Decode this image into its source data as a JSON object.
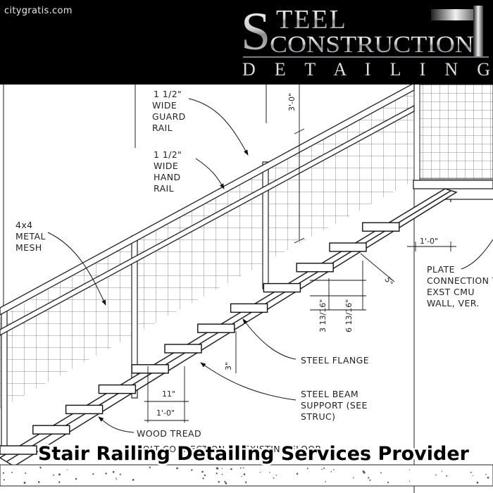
{
  "watermark": "citygratis.com",
  "logo": {
    "line1": "STEEL",
    "line2": "CONSTRUCTION",
    "line3": "D E T A I L I N G"
  },
  "labels": {
    "guard_rail": [
      "1 1/2\"",
      "WIDE",
      "GUARD",
      "RAIL"
    ],
    "hand_rail": [
      "1 1/2\"",
      "WIDE",
      "HAND",
      "RAIL"
    ],
    "mesh": [
      "4x4",
      "METAL",
      "MESH"
    ],
    "plate": [
      "PLATE",
      "CONNECTION T",
      "EXST CMU",
      "WALL, VER."
    ],
    "steel_flange": "STEEL FLANGE",
    "beam_support": [
      "STEEL BEAM",
      "SUPPORT (SEE",
      "STRUC)"
    ],
    "wood_tread": "WOOD TREAD",
    "bolt_connection": "BOLT CONNECTION TO EXISTING FLOOR"
  },
  "dimensions": {
    "rail_height": "3'-0\"",
    "top_offset": "1'-0\"",
    "five": "5\"",
    "riser_a": "3 13/16\"",
    "riser_b": "6 13/16\"",
    "three": "3\"",
    "eleven": "11\"",
    "one_foot": "1'-0\""
  },
  "caption": "Stair Railing Detailing Services Provider",
  "colors": {
    "header_bg": "#000000",
    "line": "#222222",
    "mesh": "#6a6a6a"
  }
}
